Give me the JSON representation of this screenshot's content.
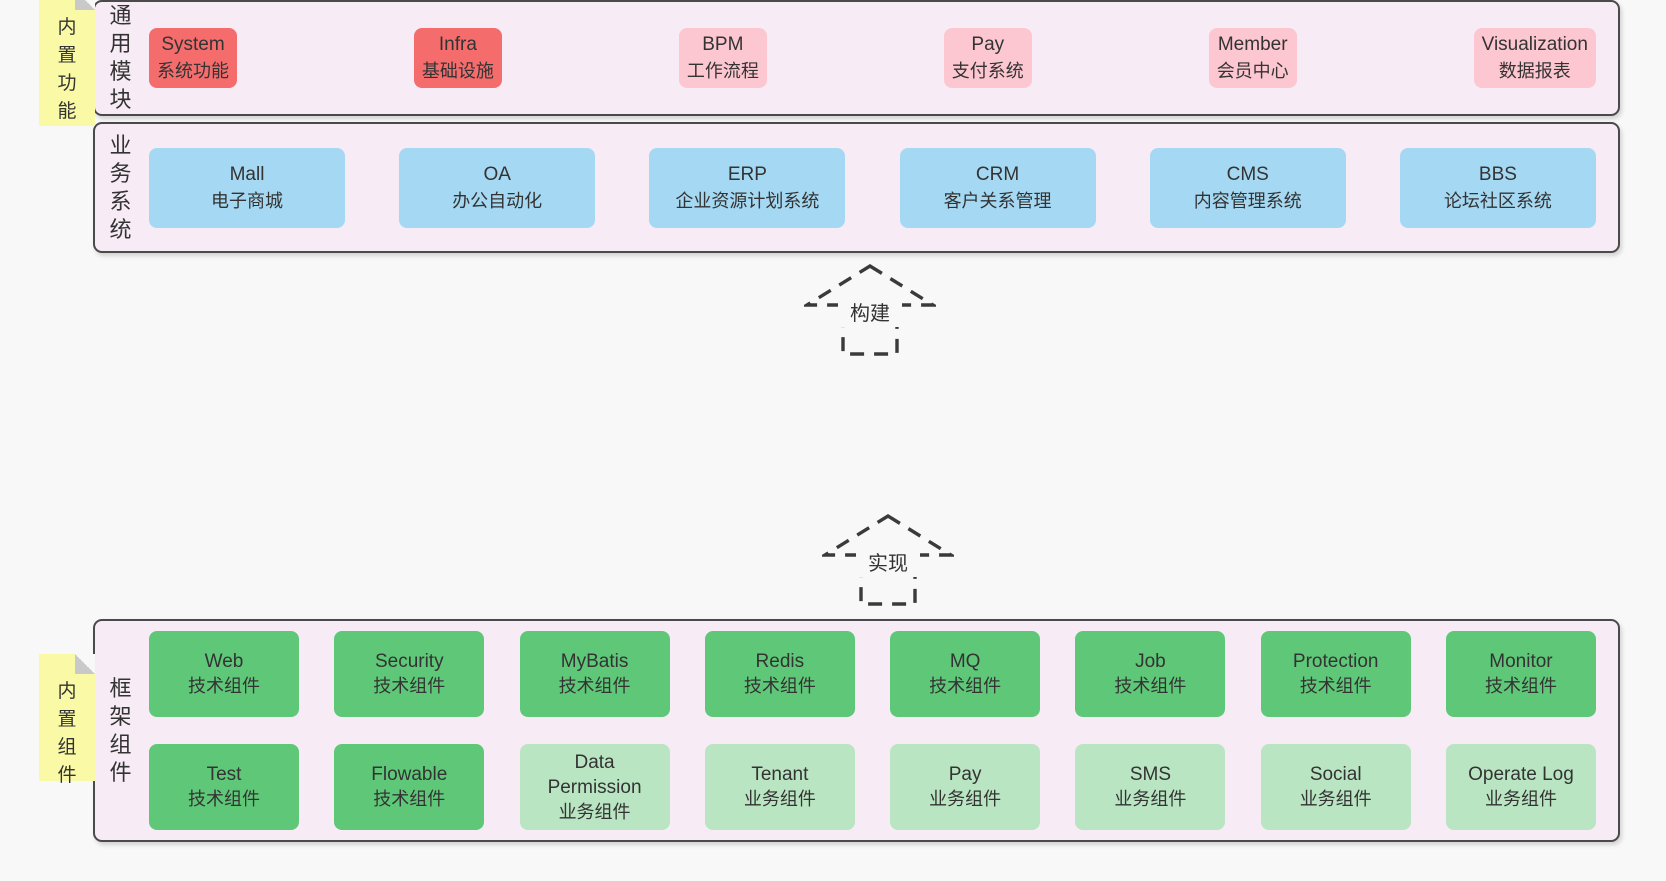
{
  "colors": {
    "page_bg": "#f8f8f8",
    "panel_bg": "#f7ecf6",
    "panel_border": "#4a4a4a",
    "sticky_yellow": "#fafaa6",
    "text": "#333333",
    "blue": "#a5d8f2",
    "red": "#f56c6c",
    "pink": "#fcc7d0",
    "green_dark": "#5fc878",
    "green_light": "#b9e5c2"
  },
  "sections": [
    {
      "id": "business-systems",
      "side_label": "业务系统",
      "sticky_tab": null,
      "rows": [
        [
          {
            "title": "Mall",
            "subtitle": "电子商城",
            "variant": "blue"
          },
          {
            "title": "OA",
            "subtitle": "办公自动化",
            "variant": "blue"
          },
          {
            "title": "ERP",
            "subtitle": "企业资源计划系统",
            "variant": "blue"
          },
          {
            "title": "CRM",
            "subtitle": "客户关系管理",
            "variant": "blue"
          },
          {
            "title": "CMS",
            "subtitle": "内容管理系统",
            "variant": "blue"
          },
          {
            "title": "BBS",
            "subtitle": "论坛社区系统",
            "variant": "blue"
          }
        ]
      ]
    },
    {
      "id": "common-modules",
      "side_label": "通用模块",
      "sticky_tab": "内置功能",
      "rows": [
        [
          {
            "title": "System",
            "subtitle": "系统功能",
            "variant": "red"
          },
          {
            "title": "Infra",
            "subtitle": "基础设施",
            "variant": "red"
          },
          {
            "title": "BPM",
            "subtitle": "工作流程",
            "variant": "pink"
          },
          {
            "title": "Pay",
            "subtitle": "支付系统",
            "variant": "pink"
          },
          {
            "title": "Member",
            "subtitle": "会员中心",
            "variant": "pink"
          },
          {
            "title": "Visualization",
            "subtitle": "数据报表",
            "variant": "pink"
          }
        ]
      ]
    },
    {
      "id": "framework-components",
      "side_label": "框架组件",
      "sticky_tab": "内置组件",
      "rows": [
        [
          {
            "title": "Web",
            "subtitle": "技术组件",
            "variant": "green_dark"
          },
          {
            "title": "Security",
            "subtitle": "技术组件",
            "variant": "green_dark"
          },
          {
            "title": "MyBatis",
            "subtitle": "技术组件",
            "variant": "green_dark"
          },
          {
            "title": "Redis",
            "subtitle": "技术组件",
            "variant": "green_dark"
          },
          {
            "title": "MQ",
            "subtitle": "技术组件",
            "variant": "green_dark"
          },
          {
            "title": "Job",
            "subtitle": "技术组件",
            "variant": "green_dark"
          },
          {
            "title": "Protection",
            "subtitle": "技术组件",
            "variant": "green_dark"
          },
          {
            "title": "Monitor",
            "subtitle": "技术组件",
            "variant": "green_dark"
          }
        ],
        [
          {
            "title": "Test",
            "subtitle": "技术组件",
            "variant": "green_dark"
          },
          {
            "title": "Flowable",
            "subtitle": "技术组件",
            "variant": "green_dark"
          },
          {
            "title": "Data Permission",
            "subtitle": "业务组件",
            "variant": "green_light"
          },
          {
            "title": "Tenant",
            "subtitle": "业务组件",
            "variant": "green_light"
          },
          {
            "title": "Pay",
            "subtitle": "业务组件",
            "variant": "green_light"
          },
          {
            "title": "SMS",
            "subtitle": "业务组件",
            "variant": "green_light"
          },
          {
            "title": "Social",
            "subtitle": "业务组件",
            "variant": "green_light"
          },
          {
            "title": "Operate Log",
            "subtitle": "业务组件",
            "variant": "green_light"
          }
        ]
      ]
    }
  ],
  "arrows": [
    {
      "id": "build",
      "label": "构建"
    },
    {
      "id": "implement",
      "label": "实现"
    }
  ]
}
